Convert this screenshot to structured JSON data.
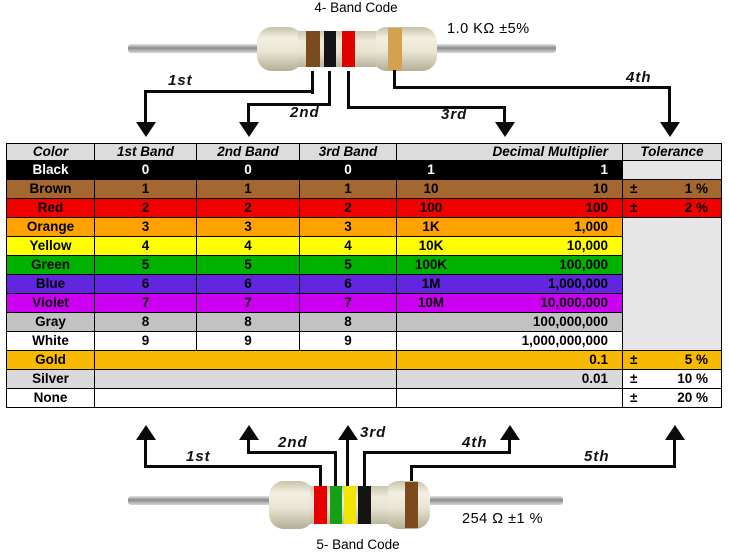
{
  "top_resistor": {
    "title": "4- Band Code",
    "value": "1.0 KΩ  ±5%",
    "band_colors": [
      {
        "name": "brown",
        "hex": "#7B4B1E"
      },
      {
        "name": "black",
        "hex": "#141414"
      },
      {
        "name": "red",
        "hex": "#E00000"
      },
      {
        "name": "gold",
        "hex": "#D2A250"
      }
    ],
    "arrow_labels": [
      "1st",
      "2nd",
      "3rd",
      "4th"
    ]
  },
  "bottom_resistor": {
    "title": "5- Band Code",
    "value": "254 Ω  ±1 %",
    "band_colors": [
      {
        "name": "red",
        "hex": "#E80000"
      },
      {
        "name": "green",
        "hex": "#16A016"
      },
      {
        "name": "yellow",
        "hex": "#F0E400"
      },
      {
        "name": "black",
        "hex": "#141414"
      },
      {
        "name": "brown",
        "hex": "#7B4B1E"
      }
    ],
    "arrow_labels": [
      "1st",
      "2nd",
      "3rd",
      "4th",
      "5th"
    ]
  },
  "table": {
    "headers": [
      "Color",
      "1st Band",
      "2nd Band",
      "3rd Band",
      "Decimal Multiplier",
      "Tolerance"
    ],
    "header_bg": "#DCDCDC",
    "empty_bg": "#E6E6E6",
    "rows": [
      {
        "color": "Black",
        "bg": "#000000",
        "fg": "#FFFFFF",
        "bands": [
          "0",
          "0",
          "0"
        ],
        "mult_short": "1",
        "mult_full": "1",
        "tol_sign": "",
        "tol_value": "",
        "tol_bg": "#E6E6E6"
      },
      {
        "color": "Brown",
        "bg": "#A3672F",
        "fg": "#000000",
        "bands": [
          "1",
          "1",
          "1"
        ],
        "mult_short": "10",
        "mult_full": "10",
        "tol_sign": "±",
        "tol_value": "1 %",
        "tol_bg": "#A3672F"
      },
      {
        "color": "Red",
        "bg": "#F20000",
        "fg": "#000000",
        "bands": [
          "2",
          "2",
          "2"
        ],
        "mult_short": "100",
        "mult_full": "100",
        "tol_sign": "±",
        "tol_value": "2 %",
        "tol_bg": "#F20000"
      },
      {
        "color": "Orange",
        "bg": "#FFA200",
        "fg": "#000000",
        "bands": [
          "3",
          "3",
          "3"
        ],
        "mult_short": "1K",
        "mult_full": "1,000",
        "tol_merged_start": true
      },
      {
        "color": "Yellow",
        "bg": "#FFFF00",
        "fg": "#000000",
        "bands": [
          "4",
          "4",
          "4"
        ],
        "mult_short": "10K",
        "mult_full": "10,000"
      },
      {
        "color": "Green",
        "bg": "#00B200",
        "fg": "#000000",
        "bands": [
          "5",
          "5",
          "5"
        ],
        "mult_short": "100K",
        "mult_full": "100,000"
      },
      {
        "color": "Blue",
        "bg": "#6226DF",
        "fg": "#000000",
        "bands": [
          "6",
          "6",
          "6"
        ],
        "mult_short": "1M",
        "mult_full": "1,000,000"
      },
      {
        "color": "Violet",
        "bg": "#CC00F0",
        "fg": "#000000",
        "bands": [
          "7",
          "7",
          "7"
        ],
        "mult_short": "10M",
        "mult_full": "10,000,000"
      },
      {
        "color": "Gray",
        "bg": "#C2C2C2",
        "fg": "#000000",
        "bands": [
          "8",
          "8",
          "8"
        ],
        "mult_short": "",
        "mult_full": "100,000,000"
      },
      {
        "color": "White",
        "bg": "#FFFFFF",
        "fg": "#000000",
        "bands": [
          "9",
          "9",
          "9"
        ],
        "mult_short": "",
        "mult_full": "1,000,000,000"
      },
      {
        "color": "Gold",
        "bg": "#F8BA00",
        "fg": "#000000",
        "bands": null,
        "mult_short": "",
        "mult_full": "0.1",
        "tol_sign": "±",
        "tol_value": "5 %",
        "tol_bg": "#F8BA00"
      },
      {
        "color": "Silver",
        "bg": "#D9D9D9",
        "fg": "#000000",
        "bands": null,
        "mult_short": "",
        "mult_full": "0.01",
        "tol_sign": "±",
        "tol_value": "10 %",
        "tol_bg": "#FFFFFF"
      },
      {
        "color": "None",
        "bg": "#FFFFFF",
        "fg": "#000000",
        "bands": null,
        "mult_short": "",
        "mult_full": "",
        "tol_sign": "±",
        "tol_value": "20 %",
        "tol_bg": "#FFFFFF"
      }
    ]
  }
}
